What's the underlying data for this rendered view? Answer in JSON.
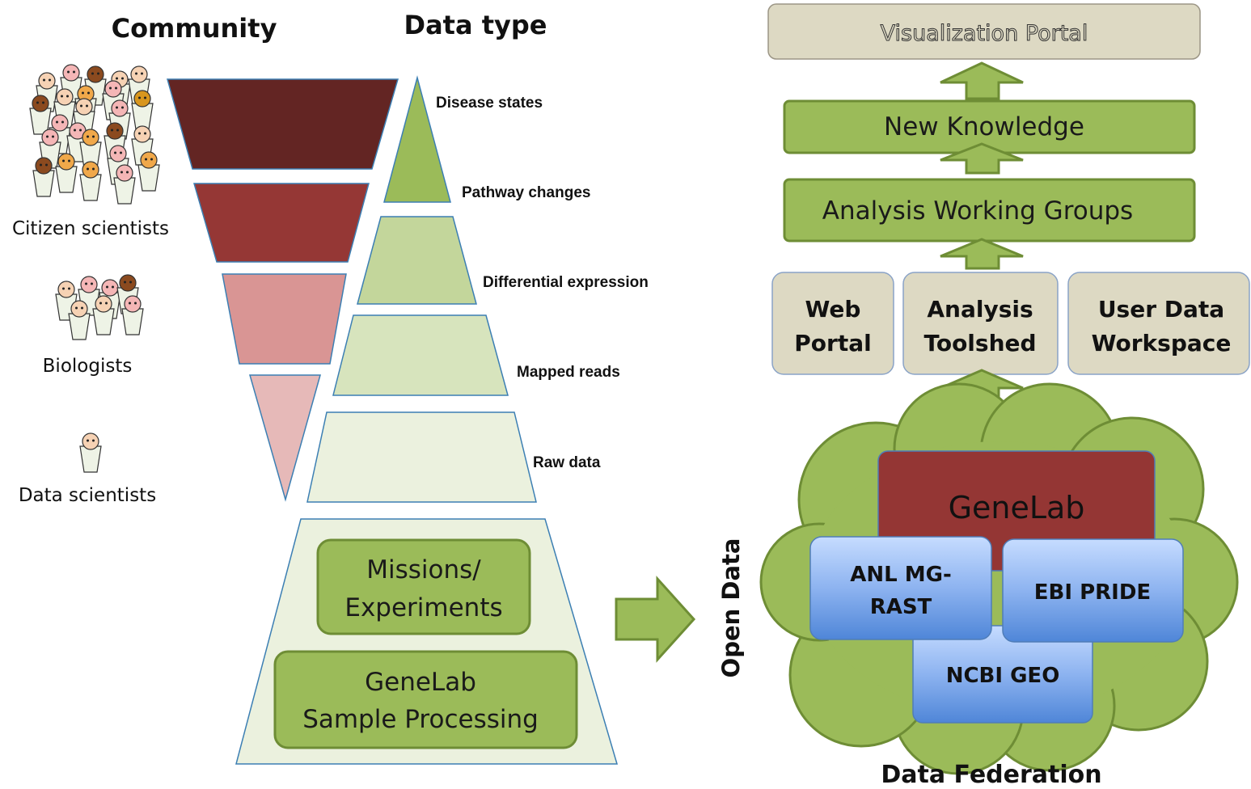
{
  "headers": {
    "community": "Community",
    "data_type": "Data type",
    "open_data": "Open Data",
    "data_federation": "Data Federation"
  },
  "communities": [
    {
      "label": "Citizen scientists"
    },
    {
      "label": "Biologists"
    },
    {
      "label": "Data scientists"
    }
  ],
  "data_levels": [
    {
      "label": "Disease states"
    },
    {
      "label": "Pathway changes"
    },
    {
      "label": "Differential expression"
    },
    {
      "label": "Mapped reads"
    },
    {
      "label": "Raw data"
    }
  ],
  "base": {
    "missions_line1": "Missions/",
    "missions_line2": "Experiments",
    "processing_line1": "GeneLab",
    "processing_line2": "Sample Processing"
  },
  "stack": {
    "visualization": "Visualization Portal",
    "knowledge": "New Knowledge",
    "working_groups": "Analysis Working Groups",
    "web_portal_1": "Web",
    "web_portal_2": "Portal",
    "toolshed_1": "Analysis",
    "toolshed_2": "Toolshed",
    "workspace_1": "User Data",
    "workspace_2": "Workspace"
  },
  "cloud": {
    "genelab": "GeneLab",
    "anl_1": "ANL MG-",
    "anl_2": "RAST",
    "ebi": "EBI PRIDE",
    "ncbi": "NCBI GEO"
  },
  "colors": {
    "green_fill": "#9bbb59",
    "green_stroke": "#6e8d35",
    "beige_fill": "#ddd9c3",
    "genelab_red": "#943634",
    "funnel": [
      "#632523",
      "#953735",
      "#d99594",
      "#e6b9b8"
    ],
    "pyramid_dark": "#9bbb59",
    "pyramid_mid": "#c3d69b",
    "pyramid_light": "#d7e4bd",
    "pyramid_pale": "#ebf1de"
  }
}
